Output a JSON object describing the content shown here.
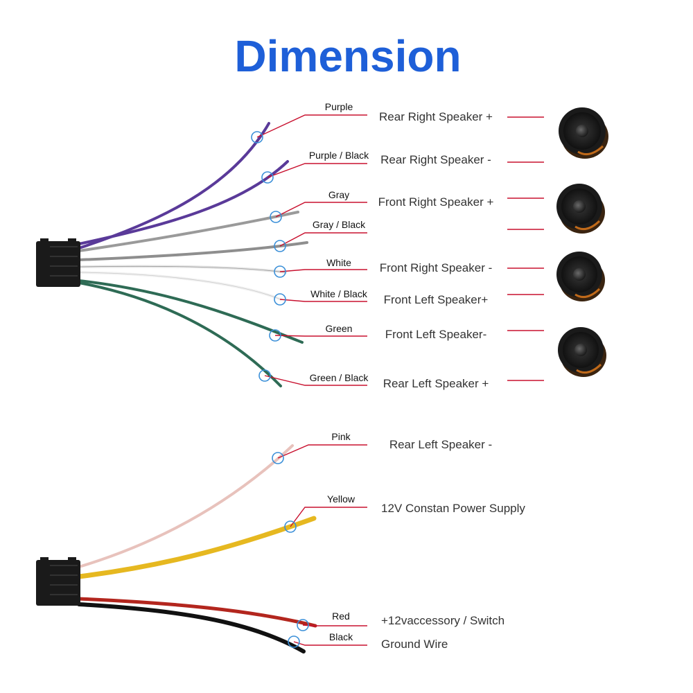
{
  "title": "Dimension",
  "colors": {
    "title": "#1E5FD8",
    "leader": "#C8102E",
    "marker": "#3A8FD8",
    "connector": "#1a1a1a"
  },
  "upper_harness": [
    {
      "wire_label": "Purple",
      "function": "Rear Right Speaker +",
      "wire_color": "#5A3A99"
    },
    {
      "wire_label": "Purple / Black",
      "function": "Rear Right Speaker -",
      "wire_color": "#5A3A99"
    },
    {
      "wire_label": "Gray",
      "function": "Front Right Speaker +",
      "wire_color": "#9A9A9A"
    },
    {
      "wire_label": "Gray / Black",
      "function": "",
      "wire_color": "#8E8E8E"
    },
    {
      "wire_label": "White",
      "function": "Front Right Speaker -",
      "wire_color": "#E6E6E6"
    },
    {
      "wire_label": "White / Black",
      "function": "Front Left Speaker+",
      "wire_color": "#F2F2F2"
    },
    {
      "wire_label": "Green",
      "function": "Front Left Speaker-",
      "wire_color": "#2E6B55"
    },
    {
      "wire_label": "Green / Black",
      "function": "Rear Left Speaker +",
      "wire_color": "#2E6B55"
    }
  ],
  "lower_harness": [
    {
      "wire_label": "Pink",
      "function": "Rear Left Speaker -",
      "wire_color": "#E8C2BC"
    },
    {
      "wire_label": "Yellow",
      "function": "12V Constan Power Supply",
      "wire_color": "#E6B820"
    },
    {
      "wire_label": "Red",
      "function": "+12vaccessory / Switch",
      "wire_color": "#B3261E"
    },
    {
      "wire_label": "Black",
      "function": "Ground Wire",
      "wire_color": "#111111"
    }
  ],
  "speakers": [
    {
      "icon": "speaker-icon"
    },
    {
      "icon": "speaker-icon"
    },
    {
      "icon": "speaker-icon"
    },
    {
      "icon": "speaker-icon"
    }
  ]
}
